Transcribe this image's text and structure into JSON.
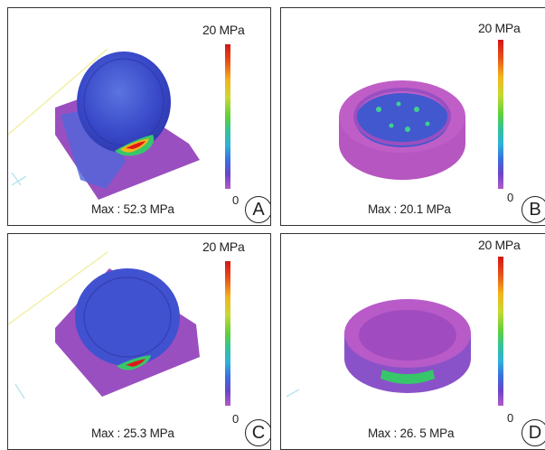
{
  "panels": [
    {
      "letter": "A",
      "scale_max": "20 MPa",
      "scale_min": "0",
      "max_text": "Max : 52.3 MPa"
    },
    {
      "letter": "B",
      "scale_max": "20 MPa",
      "scale_min": "0",
      "max_text": "Max : 20.1 MPa"
    },
    {
      "letter": "C",
      "scale_max": "20 MPa",
      "scale_min": "0",
      "max_text": "Max : 25.3 MPa"
    },
    {
      "letter": "D",
      "scale_max": "20 MPa",
      "scale_min": "0",
      "max_text": "Max : 26. 5 MPa"
    }
  ],
  "colors": {
    "scale_stops": [
      "#d21515",
      "#e8501a",
      "#f2b51c",
      "#c8d832",
      "#5fcf3c",
      "#32c39a",
      "#2eb2d9",
      "#3a6fe0",
      "#5a45c8",
      "#8a4cc8",
      "#b45ac8"
    ],
    "model_purple": "#9a4fc0",
    "stress_blue": "#3d56d8",
    "stress_red": "#e01818"
  }
}
